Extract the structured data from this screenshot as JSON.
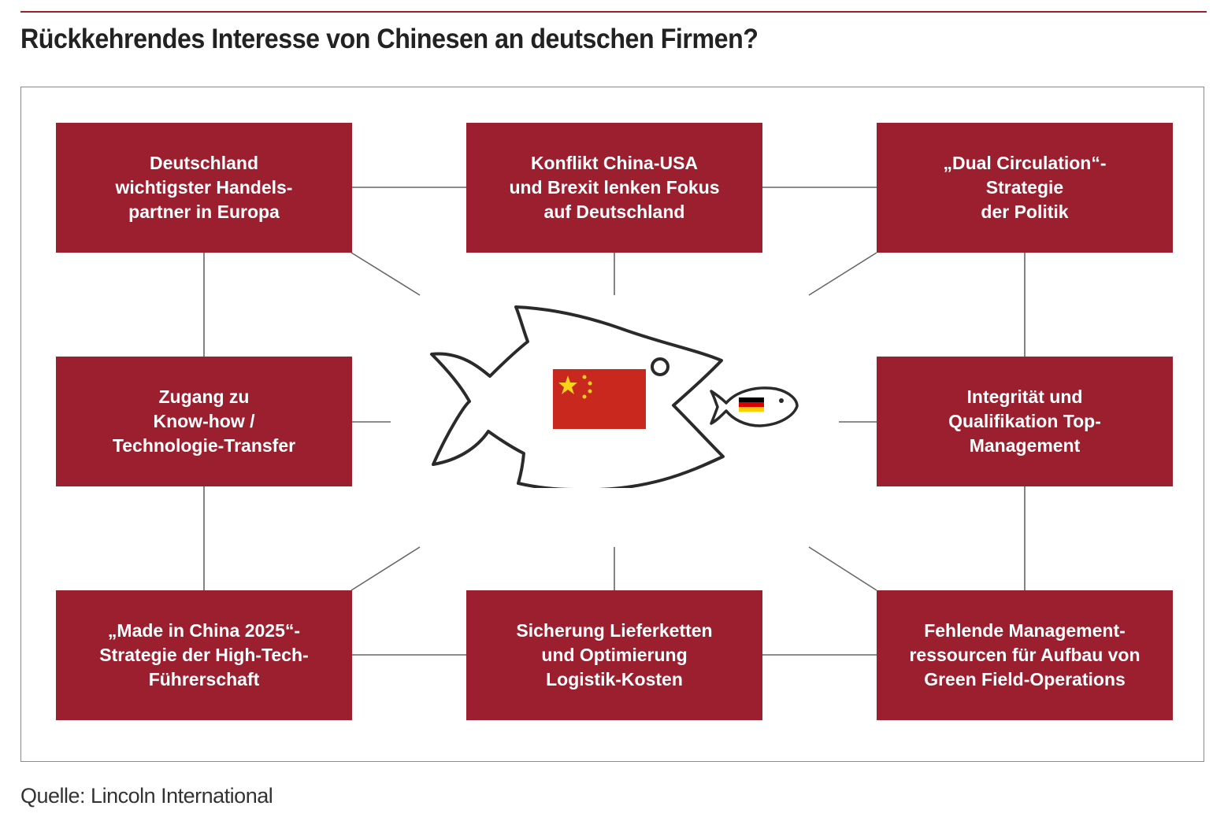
{
  "title": "Rückkehrendes Interesse von Chinesen an deutschen Firmen?",
  "source": "Quelle: Lincoln International",
  "boxes": [
    {
      "text": "Deutschland\nwichtigster Handels-\npartner in Europa"
    },
    {
      "text": "Konflikt China-USA\nund Brexit lenken Fokus\nauf Deutschland"
    },
    {
      "text": "„Dual Circulation“-\nStrategie\nder Politik"
    },
    {
      "text": "Zugang zu\nKnow-how /\nTechnologie-Transfer"
    },
    {
      "text": "Integrität und\nQualifikation Top-\nManagement"
    },
    {
      "text": "„Made in China 2025“-\nStrategie der High-Tech-\nFührerschaft"
    },
    {
      "text": "Sicherung Lieferketten\nund Optimierung\nLogistik-Kosten"
    },
    {
      "text": "Fehlende Management-\nressourcen für Aufbau von\nGreen Field-Operations"
    }
  ],
  "illustration": {
    "big_fish_icon": "big-fish-icon",
    "small_fish_icon": "small-fish-icon",
    "big_fish_flag": "china-flag-icon",
    "small_fish_flag": "germany-flag-icon"
  },
  "colors": {
    "box_fill": "#9b1f2e",
    "box_text": "#ffffff",
    "connector": "#666666",
    "china_red": "#c8281e",
    "china_star": "#f7d31a",
    "germany_black": "#000000",
    "germany_red": "#dd0000",
    "germany_gold": "#ffce00"
  }
}
